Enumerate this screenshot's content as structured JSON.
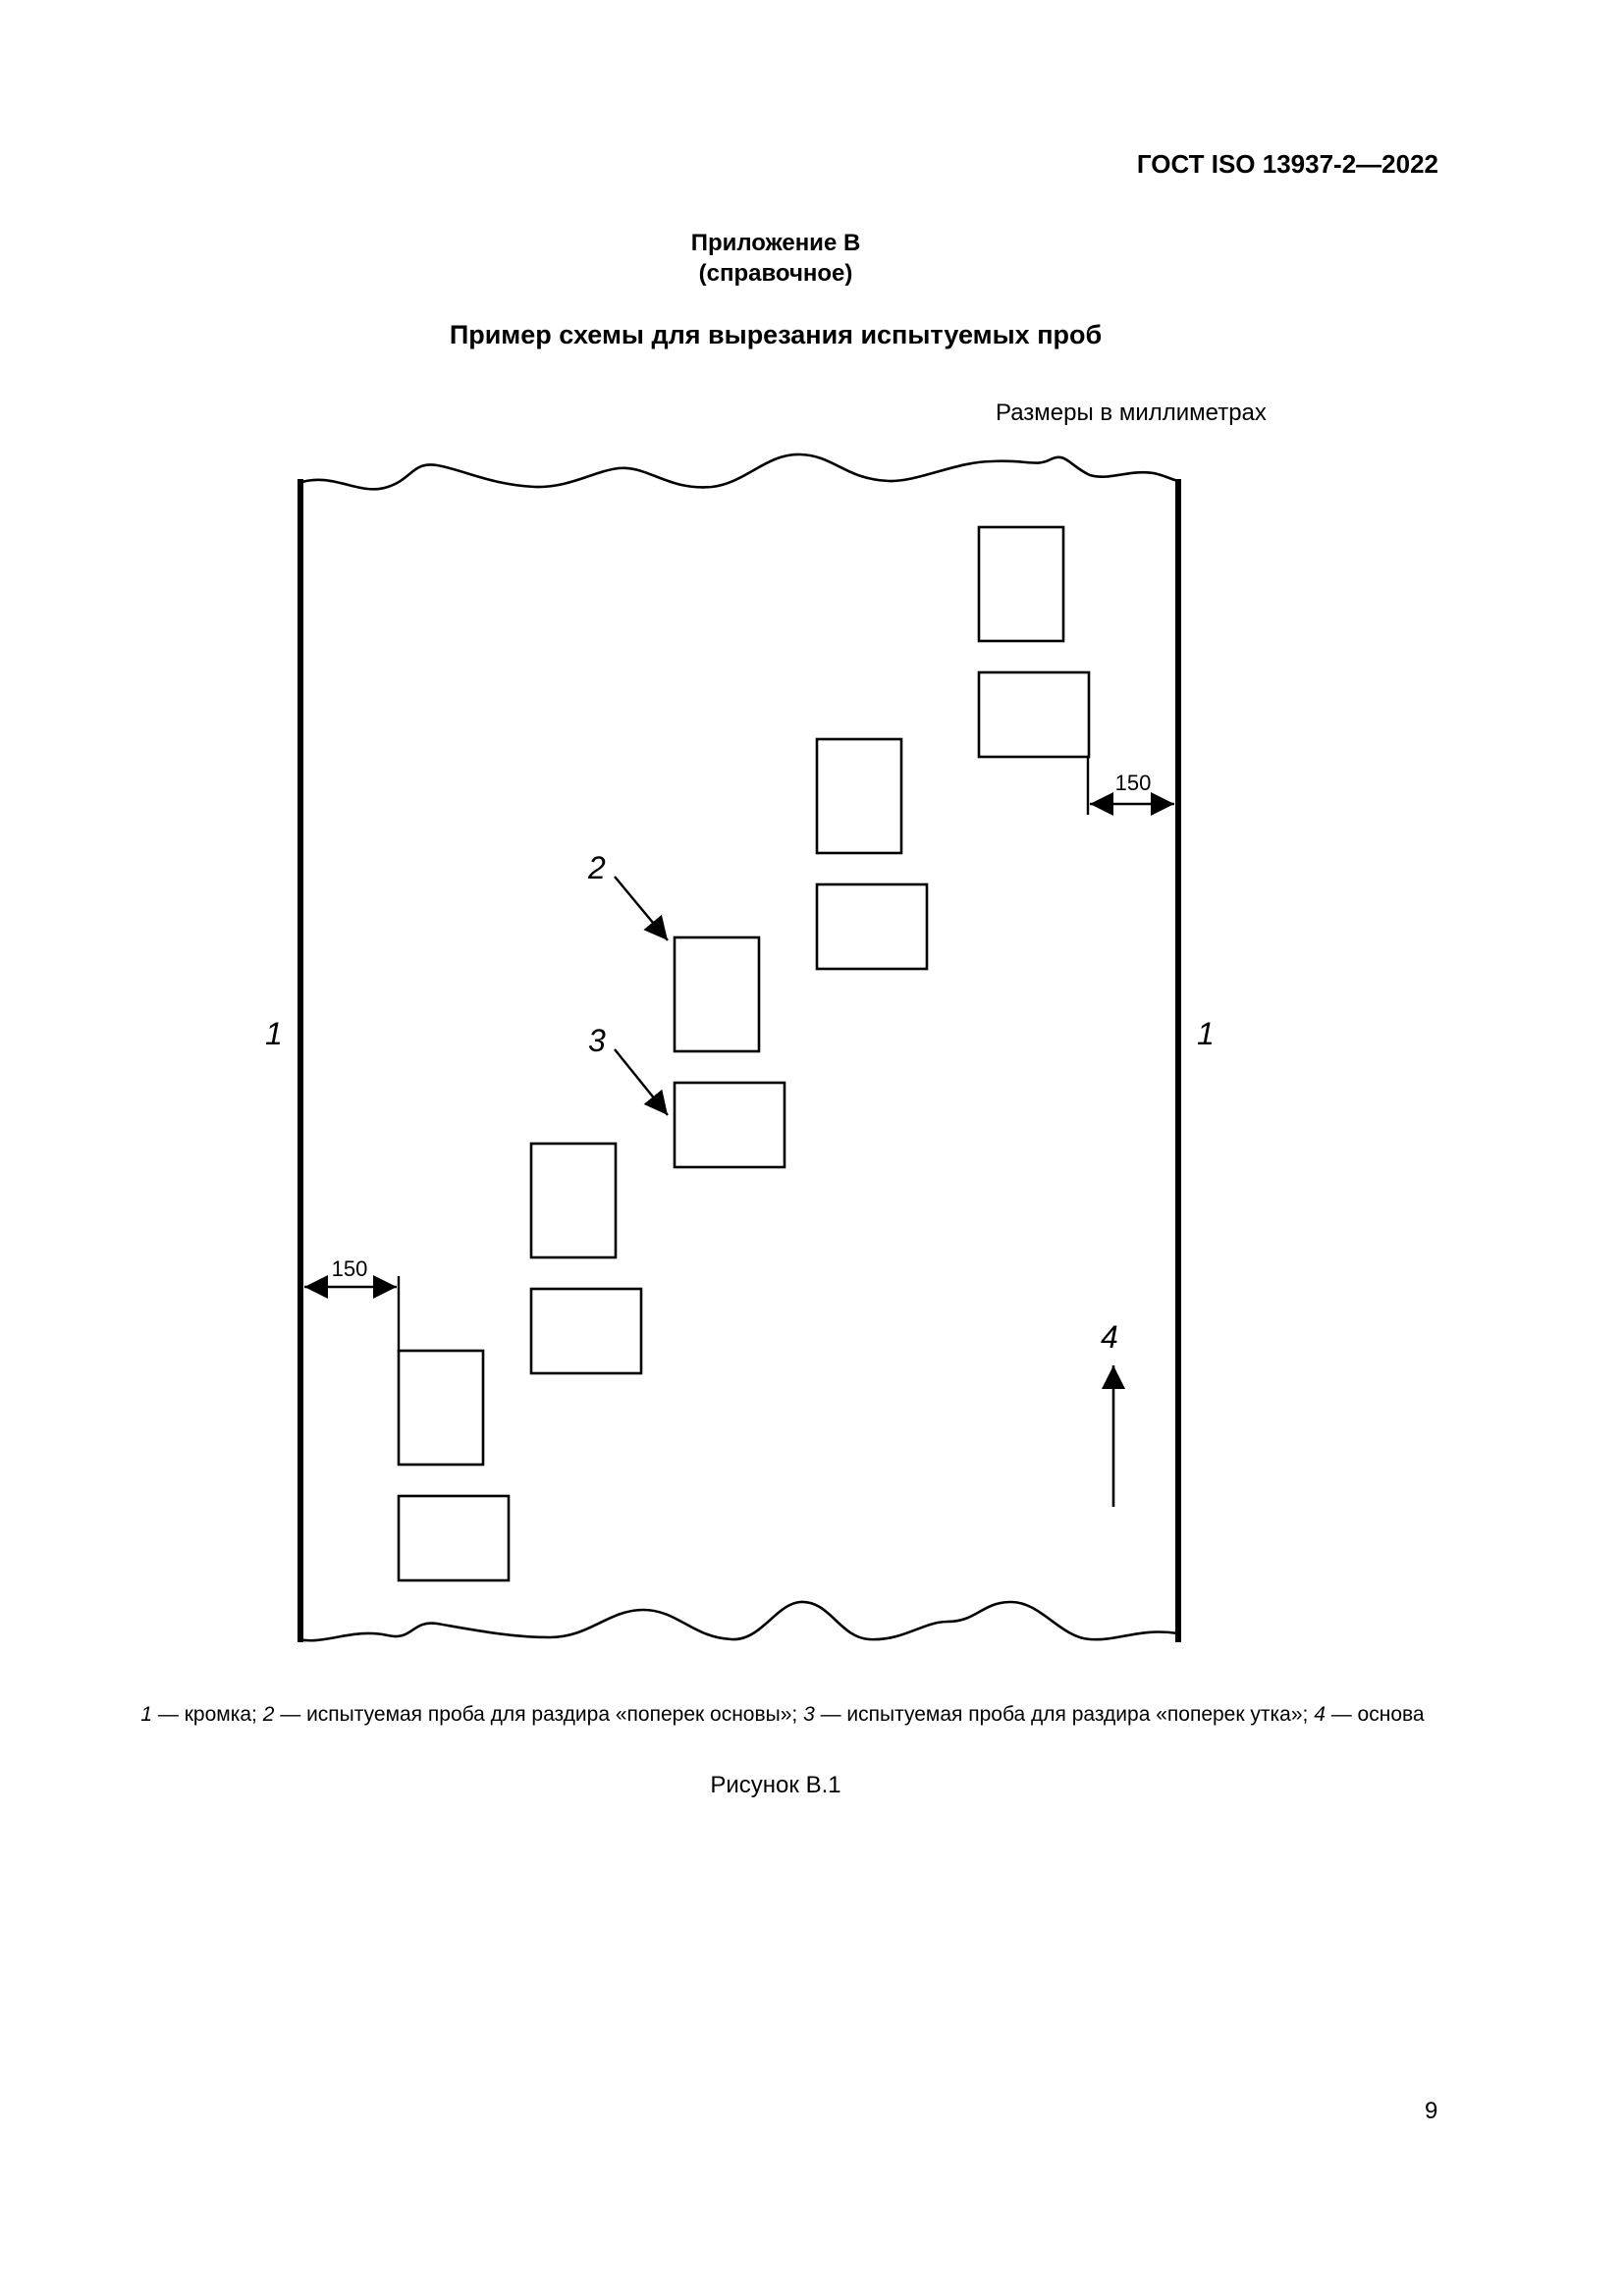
{
  "header": {
    "document_code": "ГОСТ ISO 13937-2—2022"
  },
  "appendix": {
    "title": "Приложение В",
    "status": "(справочное)"
  },
  "figure": {
    "title": "Пример схемы для вырезания испытуемых проб",
    "units_note": "Размеры в миллиметрах",
    "labels": {
      "edge_left": "1",
      "edge_right": "1",
      "specimen_across_warp": "2",
      "specimen_across_weft": "3",
      "warp_direction": "4"
    },
    "dimensions": {
      "right_edge_distance": "150",
      "left_edge_distance": "150"
    },
    "legend": {
      "items": [
        {
          "num": "1",
          "text": " — кромка; "
        },
        {
          "num": "2",
          "text": " — испытуемая проба для раздира «поперек основы»; "
        },
        {
          "num": "3",
          "text": " — испытуемая проба для раздира «поперек утка»; "
        },
        {
          "num": "4",
          "text": " — основа"
        }
      ]
    },
    "caption": "Рисунок В.1"
  },
  "footer": {
    "page_number": "9"
  }
}
